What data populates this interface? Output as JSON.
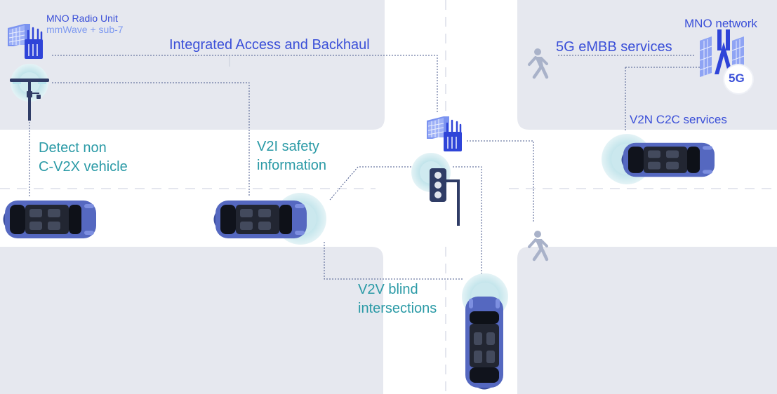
{
  "colors": {
    "block": "#e6e8ef",
    "road": "#ffffff",
    "blue_text": "#3a4fd8",
    "teal_text": "#2a9aa6",
    "dashed_line": "#4a5a8c",
    "car_body": "#5568c0",
    "pulse": "#9fd3dd",
    "pedestrian": "#a9b2c9"
  },
  "labels": {
    "radio_unit_title": "MNO Radio Unit",
    "radio_unit_subtitle": "mmWave + sub-7",
    "iab": "Integrated Access and Backhaul",
    "embb": "5G eMBB services",
    "mno_network": "MNO network",
    "badge_5g": "5G",
    "v2n": "V2N C2C services",
    "detect_line1": "Detect non",
    "detect_line2": "C-V2X vehicle",
    "v2i_line1": "V2I safety",
    "v2i_line2": "information",
    "v2v_line1": "V2V blind",
    "v2v_line2": "intersections"
  },
  "icons": {
    "radio_unit": "radio-unit-icon",
    "street_light": "street-light-icon",
    "traffic_light": "traffic-light-icon",
    "cell_tower": "cell-tower-icon",
    "pedestrian": "pedestrian-icon",
    "car": "car-icon"
  }
}
